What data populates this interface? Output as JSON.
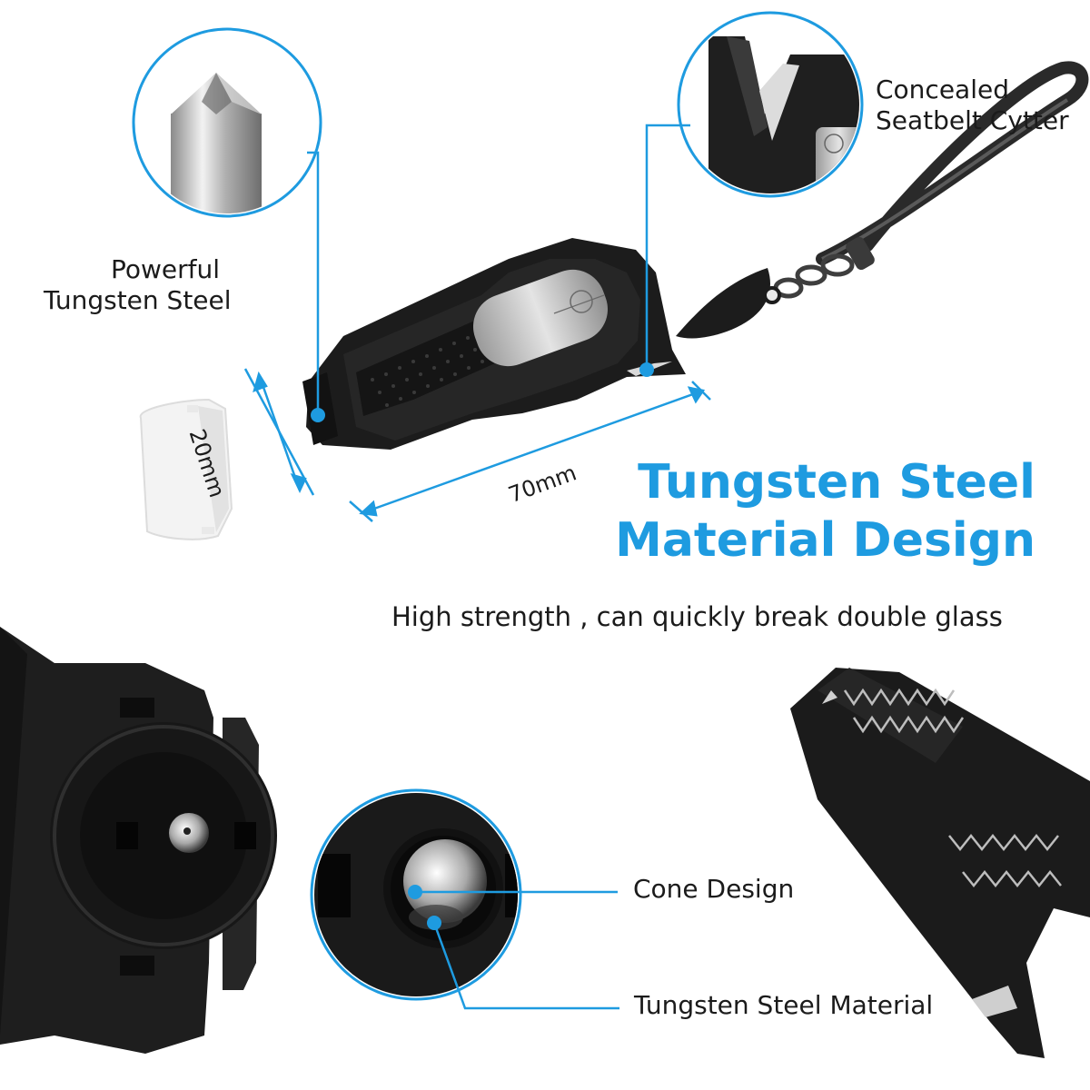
{
  "callouts": {
    "tip_label_line1": "Powerful",
    "tip_label_line2": "Tungsten Steel",
    "cutter_label_line1": "Concealed",
    "cutter_label_line2": "Seatbelt Cytter",
    "cone_label": "Cone Design",
    "material_label": "Tungsten Steel Material"
  },
  "dimensions": {
    "width_label": "20mm",
    "length_label": "70mm"
  },
  "headline": {
    "line1": "Tungsten Steel",
    "line2": "Material Design"
  },
  "subtitle": "High strength , can quickly break double glass",
  "colors": {
    "accent": "#1e9be0",
    "body": "#1c1c1c",
    "steel": "#c4c4c4"
  }
}
